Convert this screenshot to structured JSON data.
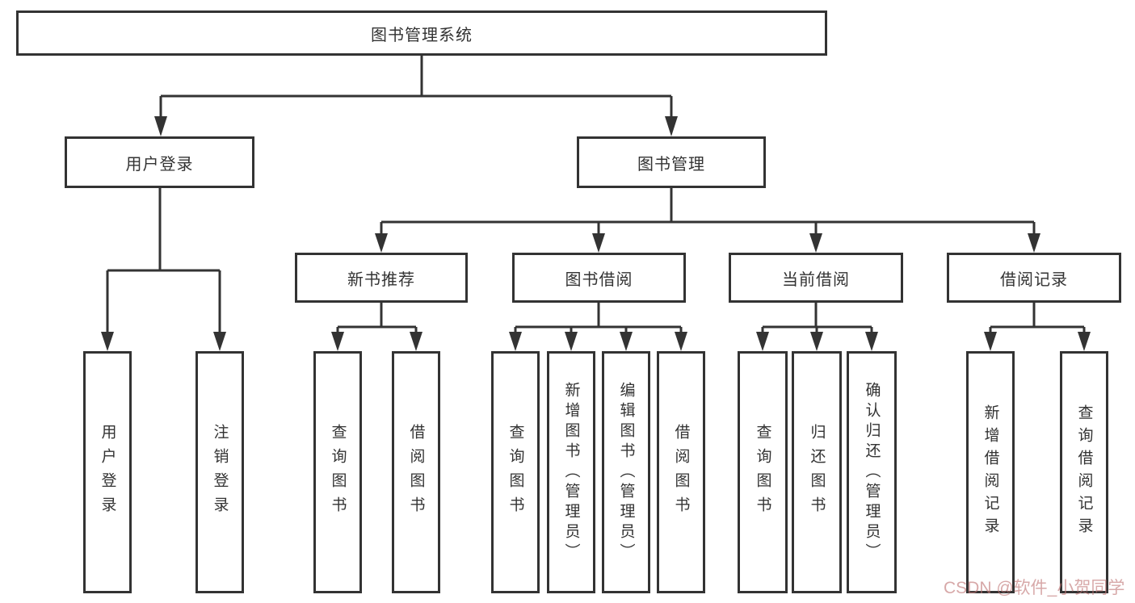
{
  "colors": {
    "line": "#333333",
    "box_border": "#333333",
    "box_fill": "#ffffff",
    "text": "#333333",
    "watermark": "#bf7373"
  },
  "tree": {
    "root": {
      "label": "图书管理系统"
    },
    "branches": [
      {
        "label": "用户登录",
        "children": [
          {
            "label": "用户登录"
          },
          {
            "label": "注销登录"
          }
        ]
      },
      {
        "label": "图书管理",
        "children": [
          {
            "label": "新书推荐",
            "children": [
              {
                "label": "查询图书"
              },
              {
                "label": "借阅图书"
              }
            ]
          },
          {
            "label": "图书借阅",
            "children": [
              {
                "label": "查询图书"
              },
              {
                "label": "新增图书（管理员）"
              },
              {
                "label": "编辑图书（管理员）"
              },
              {
                "label": "借阅图书"
              }
            ]
          },
          {
            "label": "当前借阅",
            "children": [
              {
                "label": "查询图书"
              },
              {
                "label": "归还图书"
              },
              {
                "label": "确认归还（管理员）"
              }
            ]
          },
          {
            "label": "借阅记录",
            "children": [
              {
                "label": "新增借阅记录"
              },
              {
                "label": "查询借阅记录"
              }
            ]
          }
        ]
      }
    ]
  },
  "watermark": {
    "text": "CSDN @软件_小贺同学"
  }
}
